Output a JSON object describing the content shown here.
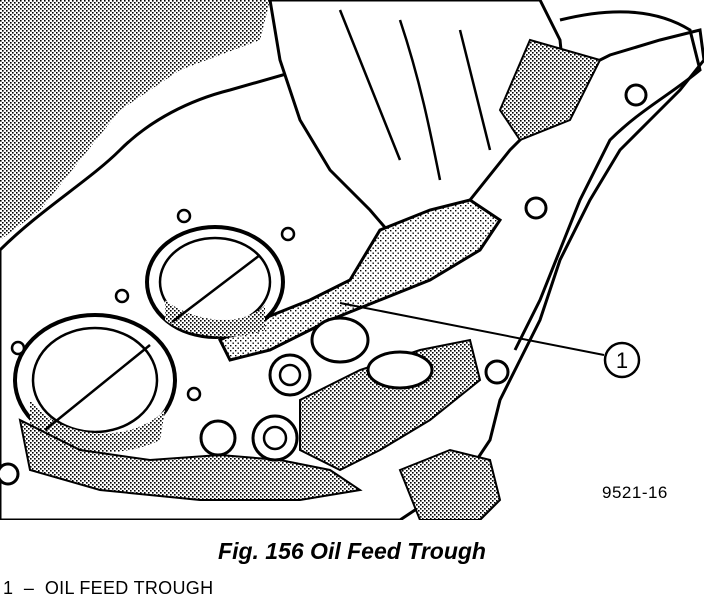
{
  "figure": {
    "caption": "Fig. 156 Oil Feed Trough",
    "figure_id": "9521-16"
  },
  "callouts": [
    {
      "number": "1"
    }
  ],
  "legend": {
    "items": [
      {
        "number": "1",
        "separator": "–",
        "label": "OIL FEED TROUGH"
      }
    ]
  },
  "colors": {
    "ink": "#000000",
    "paper": "#ffffff",
    "shade": "#9a9a9a"
  }
}
